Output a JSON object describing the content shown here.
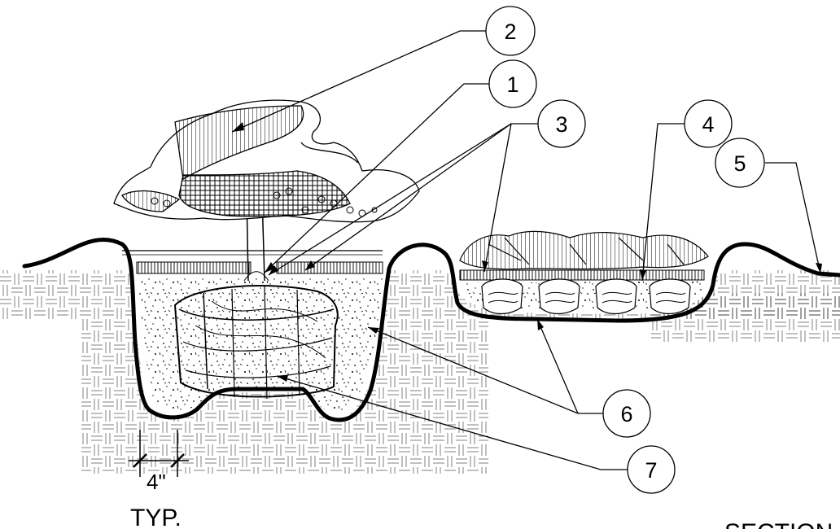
{
  "callouts": [
    {
      "id": "1",
      "label": "1"
    },
    {
      "id": "2",
      "label": "2"
    },
    {
      "id": "3",
      "label": "3"
    },
    {
      "id": "4",
      "label": "4"
    },
    {
      "id": "5",
      "label": "5"
    },
    {
      "id": "6",
      "label": "6"
    },
    {
      "id": "7",
      "label": "7"
    }
  ],
  "dimension": {
    "value": "4\"",
    "note": "TYP."
  },
  "title_fragment": "SECTION",
  "colors": {
    "line": "#000000",
    "background": "#ffffff"
  }
}
